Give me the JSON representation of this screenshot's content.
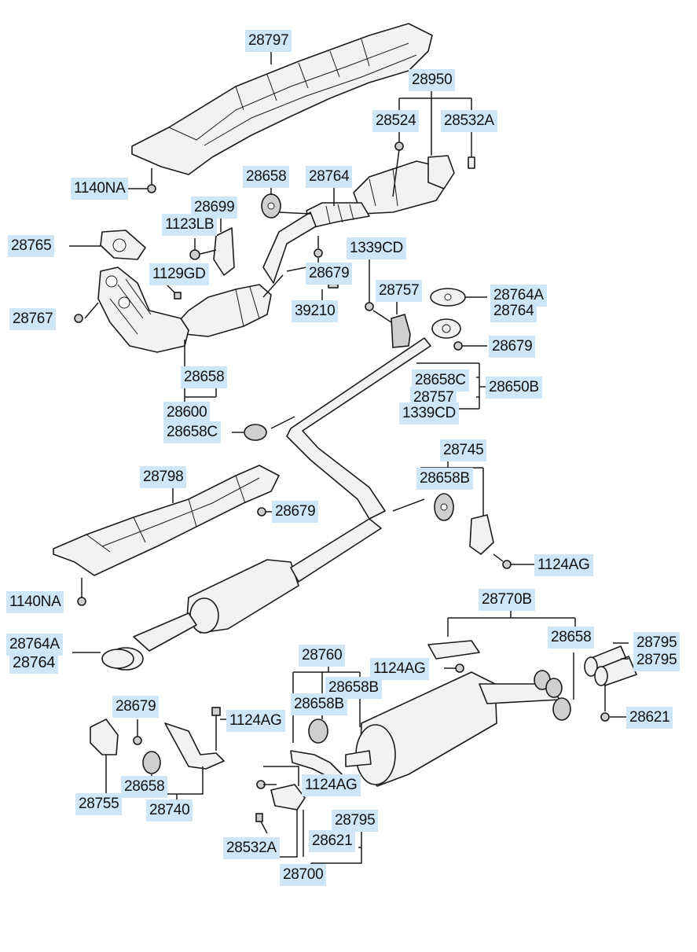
{
  "labels": {
    "l28797": "28797",
    "l28950": "28950",
    "l28524": "28524",
    "l28532A_top": "28532A",
    "l1140NA_top": "1140NA",
    "l28658_top": "28658",
    "l28764_top": "28764",
    "l28699": "28699",
    "l1123LB": "1123LB",
    "l28765": "28765",
    "l1339CD_top": "1339CD",
    "l1129GD": "1129GD",
    "l28679_mid": "28679",
    "l28757_top": "28757",
    "l28764A_right": "28764A",
    "l28764_right": "28764",
    "l28767": "28767",
    "l39210": "39210",
    "l28679_right": "28679",
    "l28658_left": "28658",
    "l28658C_right": "28658C",
    "l28650B": "28650B",
    "l28757_right": "28757",
    "l1339CD_right": "1339CD",
    "l28600": "28600",
    "l28658C_left": "28658C",
    "l28745": "28745",
    "l28798": "28798",
    "l28658B_right": "28658B",
    "l28679_heat": "28679",
    "l1124AG_right": "1124AG",
    "l1140NA_bottom": "1140NA",
    "l28770B": "28770B",
    "l28764A_left": "28764A",
    "l28764_left": "28764",
    "l28658_tail": "28658",
    "l28795_a": "28795",
    "l28795_b": "28795",
    "l1124AG_mid": "1124AG",
    "l28760": "28760",
    "l28658B_a": "28658B",
    "l28658B_b": "28658B",
    "l28679_low": "28679",
    "l1124AG_low": "1124AG",
    "l28621_right": "28621",
    "l28658_low": "28658",
    "l1124AG_bottom": "1124AG",
    "l28755": "28755",
    "l28740": "28740",
    "l28795_bottom": "28795",
    "l28532A_bottom": "28532A",
    "l28621_bottom": "28621",
    "l28700": "28700"
  },
  "colors": {
    "label_bg": "#cfe6f7",
    "line": "#1a1a1a"
  }
}
